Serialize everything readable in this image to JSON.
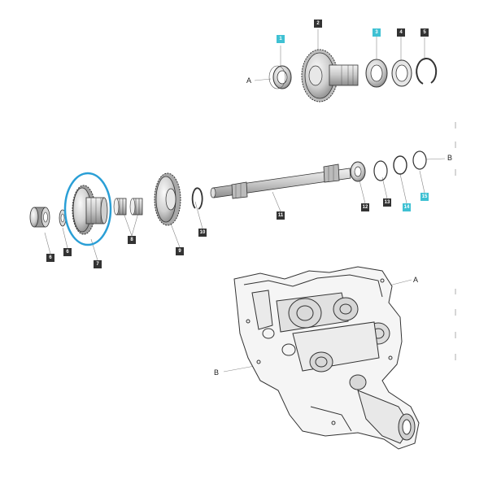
{
  "diagram": {
    "callouts": [
      {
        "id": "1",
        "label": "1",
        "style": "cyan"
      },
      {
        "id": "2",
        "label": "2",
        "style": "dark"
      },
      {
        "id": "3",
        "label": "3",
        "style": "cyan"
      },
      {
        "id": "4",
        "label": "4",
        "style": "dark"
      },
      {
        "id": "5",
        "label": "5",
        "style": "dark"
      },
      {
        "id": "6a",
        "label": "6",
        "style": "dark"
      },
      {
        "id": "6b",
        "label": "6",
        "style": "dark"
      },
      {
        "id": "7",
        "label": "7",
        "style": "dark"
      },
      {
        "id": "8",
        "label": "8",
        "style": "dark"
      },
      {
        "id": "9",
        "label": "9",
        "style": "dark"
      },
      {
        "id": "10",
        "label": "10",
        "style": "dark"
      },
      {
        "id": "11",
        "label": "11",
        "style": "dark"
      },
      {
        "id": "12",
        "label": "12",
        "style": "dark"
      },
      {
        "id": "13",
        "label": "13",
        "style": "dark"
      },
      {
        "id": "14",
        "label": "14",
        "style": "cyan"
      },
      {
        "id": "15",
        "label": "15",
        "style": "cyan"
      }
    ],
    "ref_letters": {
      "a_top": "A",
      "b_mid": "B",
      "a_housing": "A",
      "b_housing": "B"
    },
    "highlight_color": "#2a9fd6",
    "callout_colors": {
      "dark": "#333333",
      "cyan": "#3fc1d3"
    }
  }
}
